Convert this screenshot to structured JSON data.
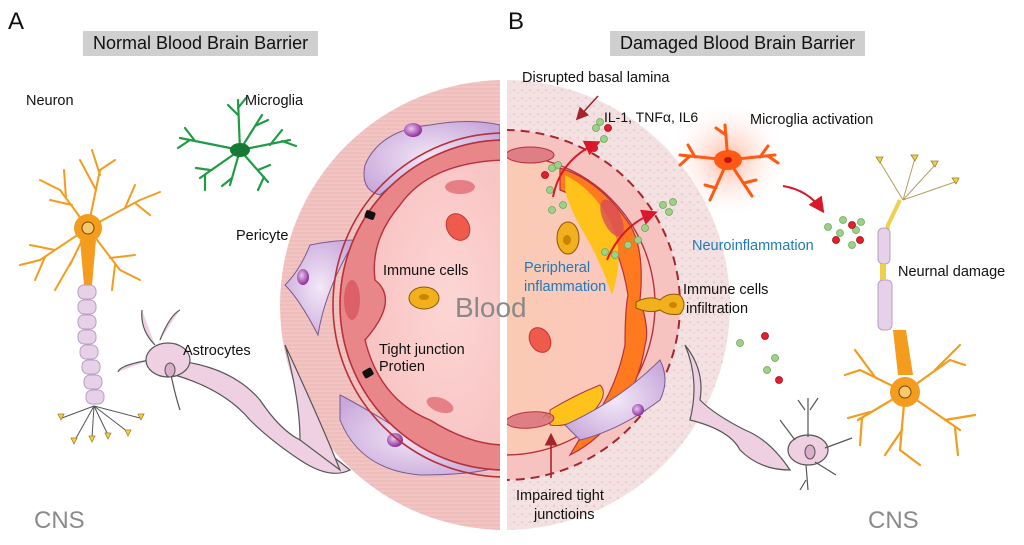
{
  "figure": {
    "panels": [
      {
        "letter": "A",
        "title": "Normal Blood Brain Barrier",
        "labels": {
          "neuron": "Neuron",
          "microglia": "Microglia",
          "pericyte": "Pericyte",
          "astrocytes": "Astrocytes",
          "immune_cells": "Immune cells",
          "tight_junction_line1": "Tight junction",
          "tight_junction_line2": "Protien",
          "region": "CNS"
        }
      },
      {
        "letter": "B",
        "title": "Damaged Blood Brain Barrier",
        "labels": {
          "disrupted_basal_lamina": "Disrupted basal lamina",
          "cytokines": "IL-1, TNFα, IL6",
          "microglia_activation": "Microglia activation",
          "neuroinflammation": "Neuroinflammation",
          "peripheral_line1": "Peripheral",
          "peripheral_line2": "inflammation",
          "infiltration_line1": "Immune cells",
          "infiltration_line2": "infiltration",
          "neuronal_damage": "Neurnal damage",
          "impaired_line1": "Impaired tight",
          "impaired_line2": "junctioins",
          "region": "CNS"
        }
      }
    ],
    "center_label": "Blood",
    "colors": {
      "title_bg": "#cfcfcf",
      "vessel_outer": "#f3c9c6",
      "vessel_wall": "#e8868a",
      "vessel_line": "#b8303a",
      "lumen_normal": "#fbd0cf",
      "lumen_damaged": "#fbd1b5",
      "pericyte": "#d9c2e6",
      "pericyte_nucleus": "#8e2f9c",
      "neuron": "#f39c1e",
      "myelin": "#e7d1e9",
      "microglia_normal": "#1f9b45",
      "microglia_active": "#ff5a14",
      "astrocyte": "#efd0e3",
      "rbc": "#ee5b4d",
      "immune_cell": "#f2b01e",
      "cytokine_green": "#9fd08a",
      "cytokine_red": "#e3202a",
      "arrow_red": "#d9182a",
      "text_blue": "#1f7ab8",
      "text_gray": "#8a8a8a"
    }
  }
}
